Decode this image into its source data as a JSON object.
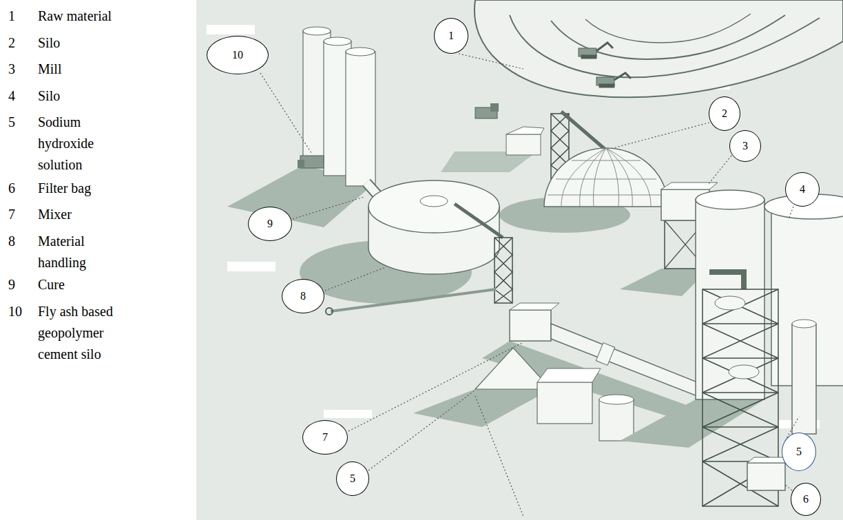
{
  "diagram": {
    "nodes": [
      {
        "text": [
          "1"
        ]
      },
      {
        "text": [
          "10"
        ]
      },
      {
        "text": [
          "2"
        ]
      },
      {
        "text": [
          "3"
        ]
      },
      {
        "text": [
          "4"
        ]
      },
      {
        "text": [
          "9"
        ]
      },
      {
        "text": [
          "8"
        ]
      },
      {
        "text": [
          "7"
        ]
      },
      {
        "text": [
          "5"
        ]
      },
      {
        "text": [
          "5"
        ]
      },
      {
        "text": [
          "6"
        ]
      }
    ],
    "labels": [
      "1",
      "Raw material",
      "2",
      "Silo",
      "3",
      "Mill",
      "4",
      "Silo",
      "5",
      "Sodium hydroxide solution",
      "6",
      "Filter bag",
      "7",
      "Mixer",
      "8",
      "Material handling",
      "9",
      "Cure",
      "10",
      "Fly ash based geopolymer cement silo"
    ]
  }
}
